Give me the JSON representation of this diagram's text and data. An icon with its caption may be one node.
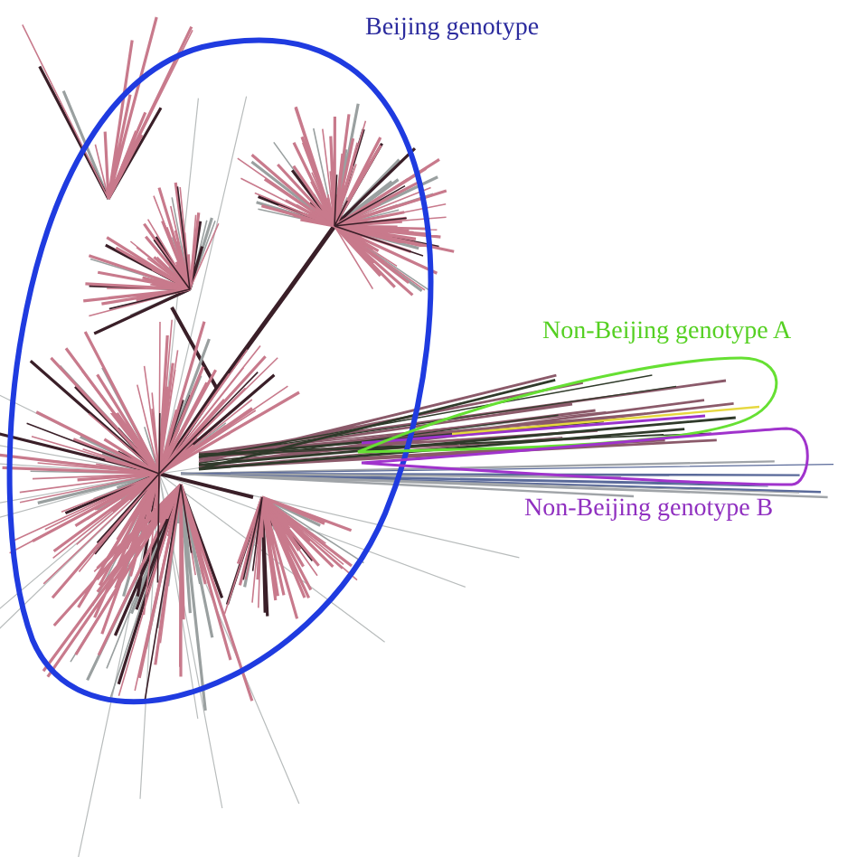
{
  "diagram": {
    "nodes": [
      {
        "text": [
          "Beijing genotype"
        ]
      },
      {
        "text": [
          "Non-Beijing genotype A"
        ]
      },
      {
        "text": [
          "Non-Beijing genotype B"
        ]
      }
    ]
  }
}
